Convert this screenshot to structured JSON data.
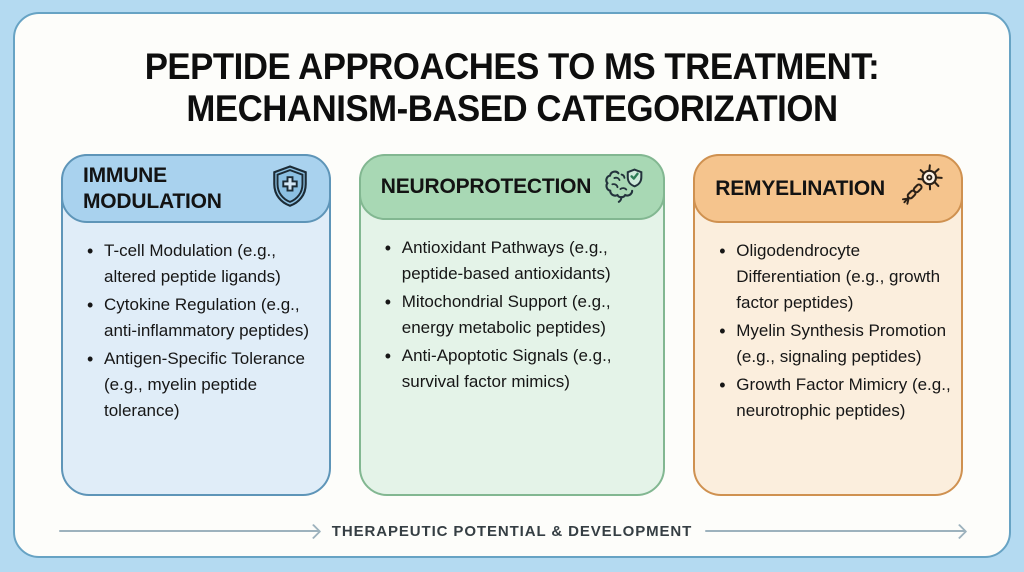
{
  "title": {
    "line1": "PEPTIDE APPROACHES TO MS TREATMENT:",
    "line2": "MECHANISM-BASED CATEGORIZATION"
  },
  "cards": [
    {
      "title": "IMMUNE MODULATION",
      "icon": "shield-cross-icon",
      "colors": {
        "header": "#a9d2ee",
        "body": "#e0edf8",
        "border": "#5e95b8"
      },
      "items": [
        "T-cell Modulation (e.g., altered peptide ligands)",
        "Cytokine Regulation (e.g., anti-inflammatory peptides)",
        "Antigen-Specific Tolerance (e.g., myelin peptide tolerance)"
      ]
    },
    {
      "title": "NEUROPROTECTION",
      "icon": "brain-shield-icon",
      "colors": {
        "header": "#a8d8b4",
        "body": "#e4f3e8",
        "border": "#82b791"
      },
      "items": [
        "Antioxidant Pathways (e.g., peptide-based antioxidants)",
        "Mitochondrial Support (e.g., energy metabolic peptides)",
        "Anti-Apoptotic Signals (e.g., survival factor mimics)"
      ]
    },
    {
      "title": "REMYELINATION",
      "icon": "neuron-icon",
      "colors": {
        "header": "#f5c48d",
        "body": "#fbeedd",
        "border": "#cf9150"
      },
      "items": [
        "Oligodendrocyte Differentiation (e.g., growth factor peptides)",
        "Myelin Synthesis Promotion (e.g., signaling peptides)",
        "Growth Factor Mimicry (e.g., neurotrophic peptides)"
      ]
    }
  ],
  "footer": {
    "label": "THERAPEUTIC POTENTIAL & DEVELOPMENT",
    "arrow_color": "#9db2bd"
  }
}
